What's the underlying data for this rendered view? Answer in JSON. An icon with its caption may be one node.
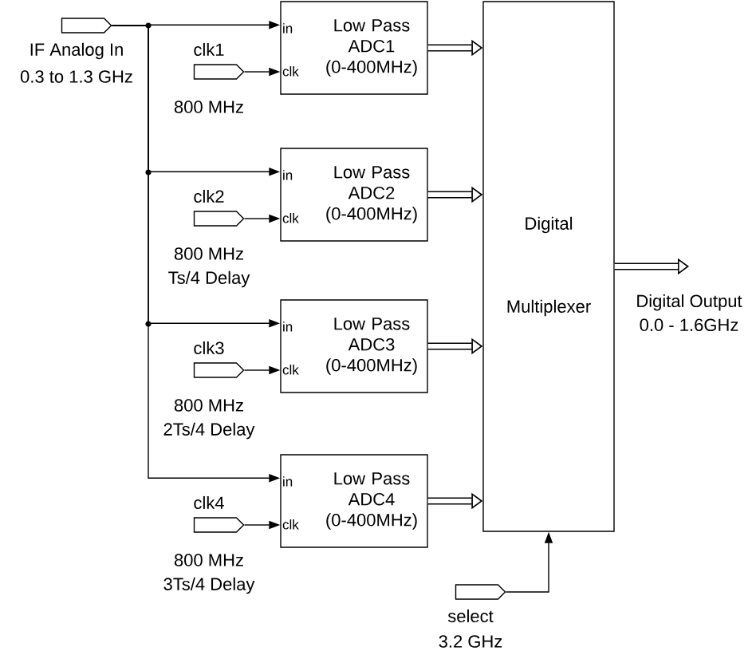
{
  "diagram": {
    "nodes": [
      {
        "text": [],
        "shape": "pentagon",
        "beside": [
          "IF Analog In",
          "0.3 to 1.3 GHz"
        ]
      },
      {
        "text": [],
        "shape": "pentagon",
        "beside": [
          "clk1",
          "800 MHz"
        ]
      },
      {
        "text": [],
        "shape": "pentagon",
        "beside": [
          "clk2",
          "800 MHz",
          "Ts/4 Delay"
        ]
      },
      {
        "text": [],
        "shape": "pentagon",
        "beside": [
          "clk3",
          "800 MHz",
          "2Ts/4 Delay"
        ]
      },
      {
        "text": [],
        "shape": "pentagon",
        "beside": [
          "clk4",
          "800 MHz",
          "3Ts/4 Delay"
        ]
      },
      {
        "text": [
          "in",
          "clk",
          "Low Pass ADC1 (0-400MHz)"
        ]
      },
      {
        "text": [
          "in",
          "clk",
          "Low Pass ADC2 (0-400MHz)"
        ]
      },
      {
        "text": [
          "in",
          "clk",
          "Low Pass ADC3 (0-400MHz)"
        ]
      },
      {
        "text": [
          "in",
          "clk",
          "Low Pass ADC4 (0-400MHz)"
        ]
      },
      {
        "text": [
          "Digital",
          "Multiplexer"
        ]
      },
      {
        "text": [],
        "shape": "pentagon",
        "beside": [
          "select",
          "3.2 GHz"
        ]
      },
      {
        "text": [
          "Digital Output",
          "0.0 - 1.6GHz"
        ]
      }
    ],
    "edges": [
      {
        "from": 0,
        "to": 5,
        "arrow": "to"
      },
      {
        "from": 0,
        "to": 6,
        "arrow": "to"
      },
      {
        "from": 0,
        "to": 7,
        "arrow": "to"
      },
      {
        "from": 0,
        "to": 8,
        "arrow": "to"
      },
      {
        "from": 1,
        "to": 5,
        "arrow": "to"
      },
      {
        "from": 2,
        "to": 6,
        "arrow": "to"
      },
      {
        "from": 3,
        "to": 7,
        "arrow": "to"
      },
      {
        "from": 4,
        "to": 8,
        "arrow": "to"
      },
      {
        "from": 5,
        "to": 9,
        "arrow": "to",
        "style": "thick"
      },
      {
        "from": 6,
        "to": 9,
        "arrow": "to",
        "style": "thick"
      },
      {
        "from": 7,
        "to": 9,
        "arrow": "to",
        "style": "thick"
      },
      {
        "from": 8,
        "to": 9,
        "arrow": "to",
        "style": "thick"
      },
      {
        "from": 10,
        "to": 9,
        "arrow": "to"
      },
      {
        "from": 9,
        "to": 11,
        "arrow": "to",
        "style": "thick"
      }
    ]
  }
}
